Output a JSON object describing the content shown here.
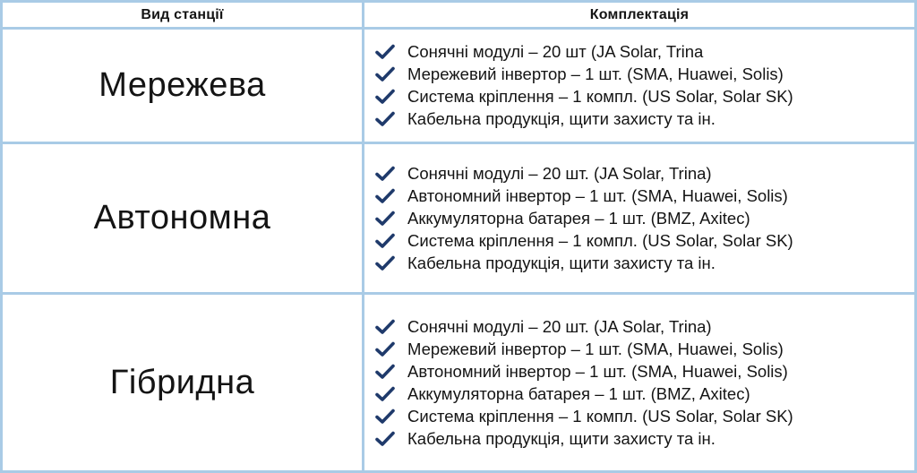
{
  "header": {
    "type_label": "Вид станції",
    "components_label": "Комплектація"
  },
  "colors": {
    "grid": "#a9cbe6",
    "check": "#1f3a6b",
    "text": "#141414"
  },
  "icons": {
    "item_marker": "check-icon"
  },
  "rows": [
    {
      "type": "Мережева",
      "items": [
        "Сонячні модулі – 20 шт (JA Solar, Trina",
        "Мережевий інвертор – 1 шт. (SMA, Huawei, Solis)",
        "Система кріплення – 1 компл. (US Solar, Solar SK)",
        "Кабельна продукція, щити захисту та ін."
      ]
    },
    {
      "type": "Автономна",
      "items": [
        "Сонячні модулі – 20 шт. (JA Solar, Trina)",
        "Автономний інвертор – 1 шт. (SMA, Huawei, Solis)",
        "Аккумуляторна батарея – 1 шт. (BMZ, Axitec)",
        "Система кріплення – 1 компл. (US Solar, Solar SK)",
        "Кабельна продукція, щити захисту та ін."
      ]
    },
    {
      "type": "Гібридна",
      "items": [
        "Сонячні модулі – 20 шт. (JA Solar, Trina)",
        "Мережевий інвертор – 1 шт. (SMA, Huawei, Solis)",
        "Автономний інвертор – 1 шт. (SMA, Huawei, Solis)",
        "Аккумуляторна батарея – 1 шт. (BMZ, Axitec)",
        "Система кріплення – 1 компл. (US Solar, Solar SK)",
        "Кабельна продукція, щити захисту та ін."
      ]
    }
  ]
}
